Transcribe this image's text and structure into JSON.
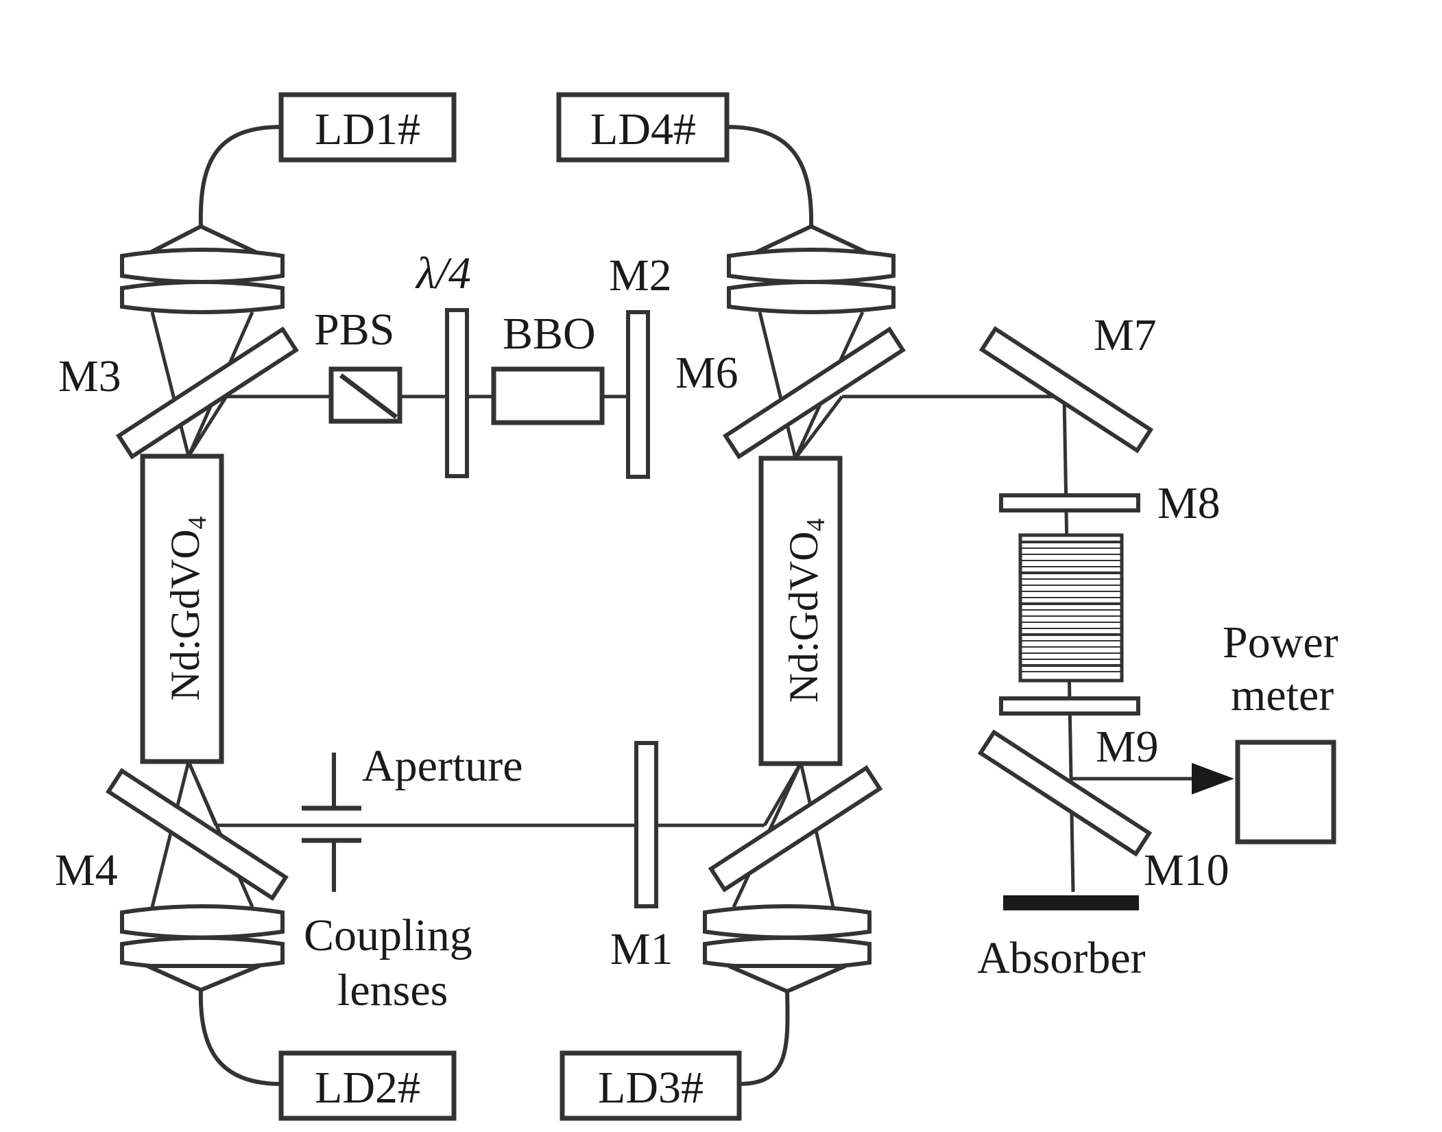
{
  "diodes": {
    "ld1": "LD1#",
    "ld2": "LD2#",
    "ld3": "LD3#",
    "ld4": "LD4#"
  },
  "crystals": {
    "left": {
      "main": "Nd:GdVO",
      "subscript": "4"
    },
    "right": {
      "main": "Nd:GdVO",
      "subscript": "4"
    }
  },
  "mirrors": {
    "m1": "M1",
    "m2": "M2",
    "m3": "M3",
    "m4": "M4",
    "m6": "M6",
    "m7": "M7",
    "m8": "M8",
    "m9": "M9",
    "m10": "M10"
  },
  "elements": {
    "pbs": "PBS",
    "waveplate": "λ/4",
    "bbo": "BBO",
    "aperture": "Aperture",
    "coupling_line1": "Coupling",
    "coupling_line2": "lenses",
    "power_line1": "Power",
    "power_line2": "meter",
    "absorber": "Absorber"
  }
}
